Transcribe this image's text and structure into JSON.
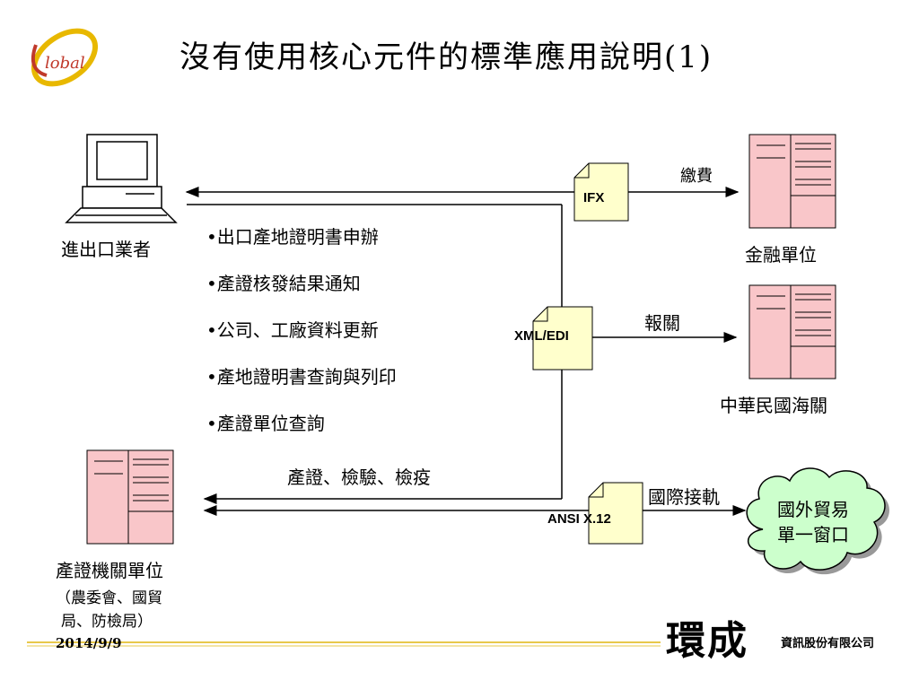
{
  "title": "沒有使用核心元件的標準應用說明(1)",
  "logo_text": "Global",
  "entities": {
    "trader": "進出口業者",
    "finance": "金融單位",
    "customs": "中華民國海關",
    "cert_org": "產證機關單位",
    "cert_org_sub": [
      "（農委會、國貿",
      "局、防檢局）"
    ],
    "single_window": [
      "國外貿易",
      "單一窗口"
    ]
  },
  "bullets": [
    "出口產地證明書申辦",
    "產證核發結果通知",
    "公司、工廠資料更新",
    "產地證明書查詢與列印",
    "產證單位查詢"
  ],
  "docs": {
    "ifx": "IFX",
    "xml": "XML/EDI",
    "ansi": "ANSI X.12"
  },
  "arrows": {
    "pay": "繳費",
    "customs": "報關",
    "cert": "產證、檢驗、檢疫",
    "intl": "國際接軌"
  },
  "footer": {
    "date": "2014/9/9",
    "company": "環成",
    "company_sub": "資訊股份有限公司"
  },
  "colors": {
    "server_fill": "#f9c6c9",
    "doc_fill": "#ffffcc",
    "cloud_fill": "#ccffcc"
  }
}
